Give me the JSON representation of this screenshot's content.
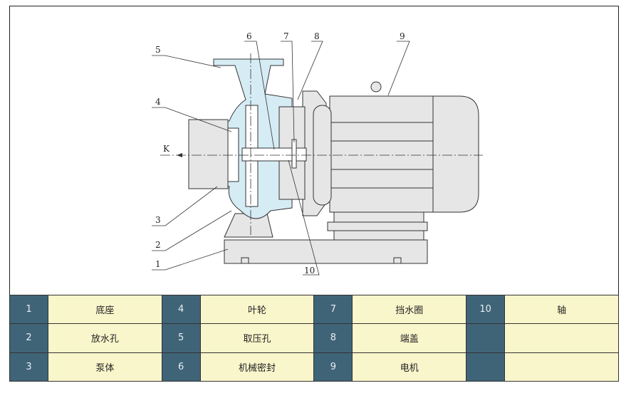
{
  "diagram": {
    "callouts": [
      "1",
      "2",
      "3",
      "4",
      "5",
      "6",
      "7",
      "8",
      "9",
      "10"
    ],
    "inlet_label": "K"
  },
  "parts_table": {
    "rows": [
      [
        {
          "no": "1",
          "name": "底座"
        },
        {
          "no": "4",
          "name": "叶轮"
        },
        {
          "no": "7",
          "name": "挡水圈"
        },
        {
          "no": "10",
          "name": "轴"
        }
      ],
      [
        {
          "no": "2",
          "name": "放水孔"
        },
        {
          "no": "5",
          "name": "取压孔"
        },
        {
          "no": "8",
          "name": "端盖"
        },
        {
          "no": "",
          "name": ""
        }
      ],
      [
        {
          "no": "3",
          "name": "泵体"
        },
        {
          "no": "6",
          "name": "机械密封"
        },
        {
          "no": "9",
          "name": "电机"
        },
        {
          "no": "",
          "name": ""
        }
      ]
    ]
  },
  "colors": {
    "number_cell": "#3f6478",
    "name_cell": "#faf6cc",
    "casing": "#d6ecf5",
    "motor": "#e6e6e6"
  }
}
